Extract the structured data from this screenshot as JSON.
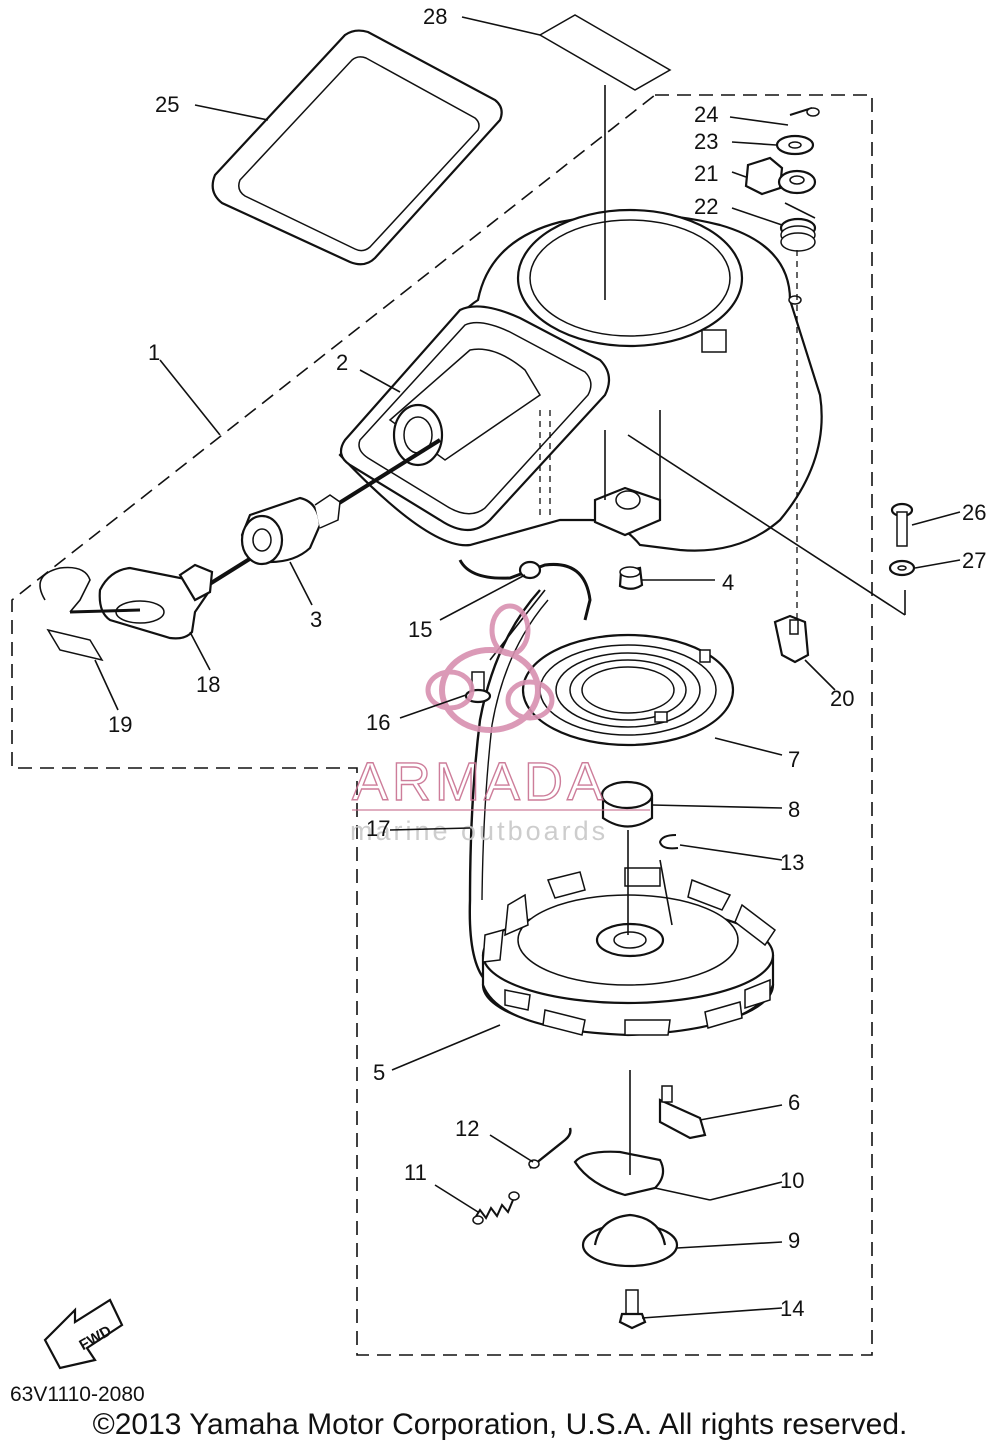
{
  "diagram": {
    "reference_code": "63V1110-2080",
    "copyright": "©2013 Yamaha Motor Corporation, U.S.A. All rights reserved.",
    "fwd_label": "FWD",
    "watermark": {
      "brand": "ARMADA",
      "tagline": "marine outboards"
    },
    "callouts": [
      {
        "id": "1",
        "label": "1"
      },
      {
        "id": "2",
        "label": "2"
      },
      {
        "id": "3",
        "label": "3"
      },
      {
        "id": "4",
        "label": "4"
      },
      {
        "id": "5",
        "label": "5"
      },
      {
        "id": "6",
        "label": "6"
      },
      {
        "id": "7",
        "label": "7"
      },
      {
        "id": "8",
        "label": "8"
      },
      {
        "id": "9",
        "label": "9"
      },
      {
        "id": "10",
        "label": "10"
      },
      {
        "id": "11",
        "label": "11"
      },
      {
        "id": "12",
        "label": "12"
      },
      {
        "id": "13",
        "label": "13"
      },
      {
        "id": "14",
        "label": "14"
      },
      {
        "id": "15",
        "label": "15"
      },
      {
        "id": "16",
        "label": "16"
      },
      {
        "id": "17",
        "label": "17"
      },
      {
        "id": "18",
        "label": "18"
      },
      {
        "id": "19",
        "label": "19"
      },
      {
        "id": "20",
        "label": "20"
      },
      {
        "id": "21",
        "label": "21"
      },
      {
        "id": "22",
        "label": "22"
      },
      {
        "id": "23",
        "label": "23"
      },
      {
        "id": "24",
        "label": "24"
      },
      {
        "id": "25",
        "label": "25"
      },
      {
        "id": "26",
        "label": "26"
      },
      {
        "id": "27",
        "label": "27"
      },
      {
        "id": "28",
        "label": "28"
      }
    ]
  }
}
